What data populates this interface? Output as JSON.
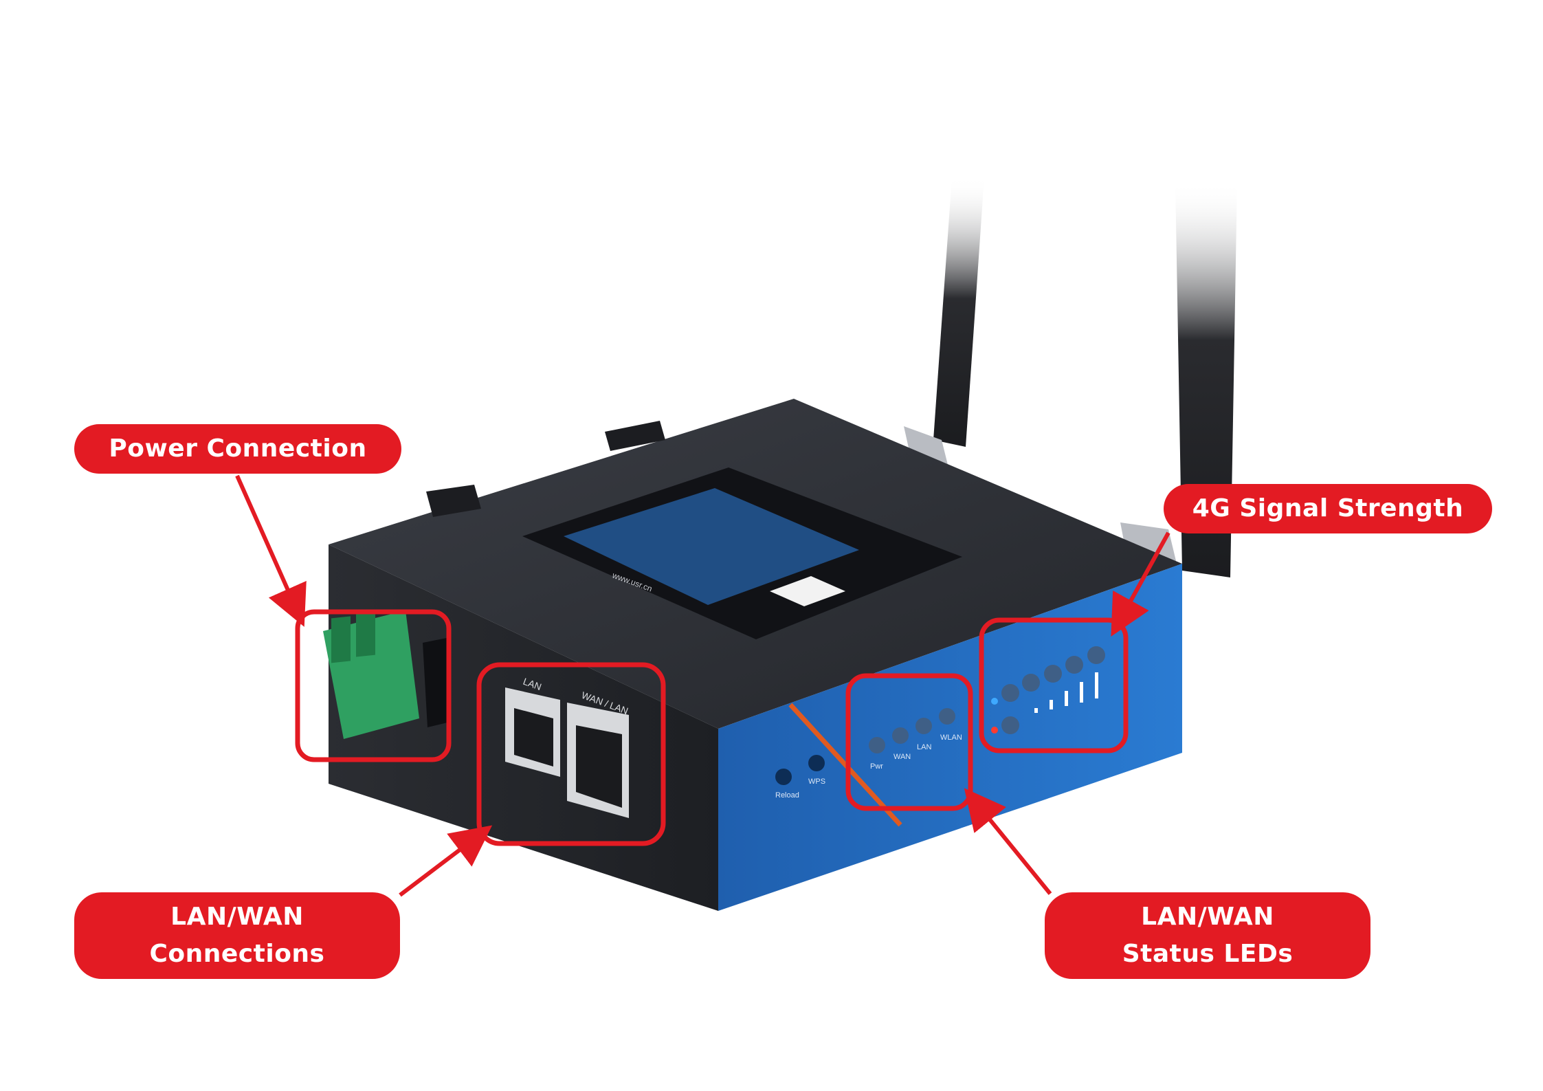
{
  "callouts": {
    "power": {
      "line1": "Power Connection"
    },
    "signal": {
      "line1": "4G Signal Strength"
    },
    "lanwan": {
      "line1": "LAN/WAN",
      "line2": "Connections"
    },
    "leds": {
      "line1": "LAN/WAN",
      "line2": "Status LEDs"
    }
  },
  "device": {
    "port_labels": [
      "LAN",
      "WAN / LAN"
    ],
    "led_labels": [
      "Pwr",
      "WAN",
      "LAN",
      "WLAN"
    ],
    "button_labels": [
      "Reload",
      "WPS"
    ],
    "website": "www.usr.cn",
    "accent_colors": {
      "callout": "#e31b23",
      "chassis": "#2c2f36",
      "face_panel": "#1e64b8",
      "terminal_block": "#2fa061"
    }
  }
}
